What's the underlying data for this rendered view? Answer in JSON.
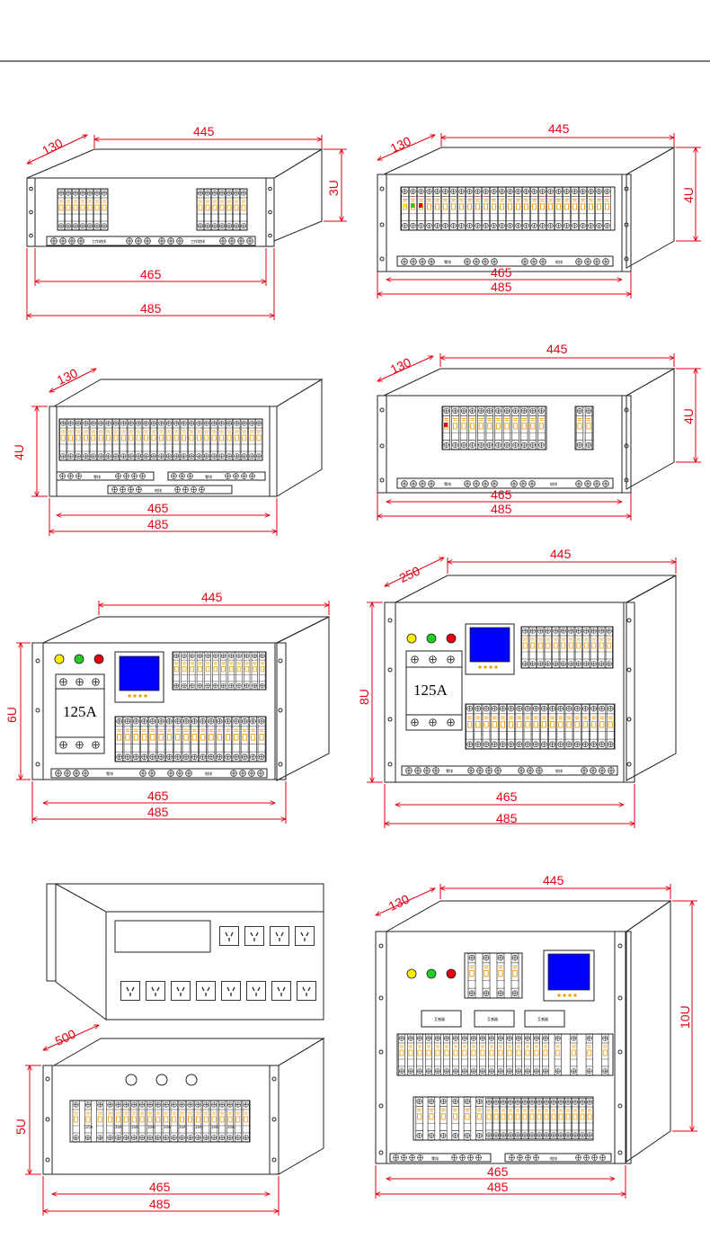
{
  "colors": {
    "dimension": "#e60012",
    "line": "#222222",
    "breaker": "#f39800",
    "lamp_yellow": "#ffee00",
    "lamp_green": "#22cc22",
    "lamp_red": "#e60012",
    "meter": "#0000ff"
  },
  "cabinets": [
    {
      "id": "a",
      "depth": "130",
      "width": "445",
      "height": "3U",
      "inner": "465",
      "outer": "485",
      "bars": [
        "工作地排",
        "工作地排"
      ]
    },
    {
      "id": "b",
      "depth": "130",
      "width": "445",
      "height": "4U",
      "inner": "465",
      "outer": "485",
      "bars": [
        "零排",
        "地排"
      ]
    },
    {
      "id": "c",
      "depth": "130",
      "width": "",
      "height": "4U",
      "inner": "465",
      "outer": "485",
      "bars": [
        "零排",
        "零排",
        "地排"
      ]
    },
    {
      "id": "d",
      "depth": "130",
      "width": "445",
      "height": "4U",
      "inner": "465",
      "outer": "485",
      "bars": [
        "零排",
        "地排"
      ]
    },
    {
      "id": "e",
      "depth": "",
      "width": "445",
      "height": "6U",
      "inner": "465",
      "outer": "485",
      "main_breaker": "125A",
      "bars": [
        "零排",
        "地排"
      ]
    },
    {
      "id": "f",
      "depth": "250",
      "width": "445",
      "height": "8U",
      "inner": "465",
      "outer": "485",
      "main_breaker": "125A",
      "bars": [
        "零排",
        "地排"
      ]
    },
    {
      "id": "g",
      "depth": "500",
      "width": "",
      "height": "5U",
      "inner": "465",
      "outer": "485",
      "breakers": [
        "125A",
        "10A",
        "10A",
        "10A",
        "10A",
        "10A",
        "10A",
        "10A",
        "10A"
      ]
    },
    {
      "id": "h",
      "depth": "130",
      "width": "445",
      "height": "10U",
      "inner": "465",
      "outer": "485",
      "buttons": [
        "互感器",
        "互感器",
        "互感器"
      ],
      "bars": [
        "零排",
        "地排"
      ]
    }
  ]
}
